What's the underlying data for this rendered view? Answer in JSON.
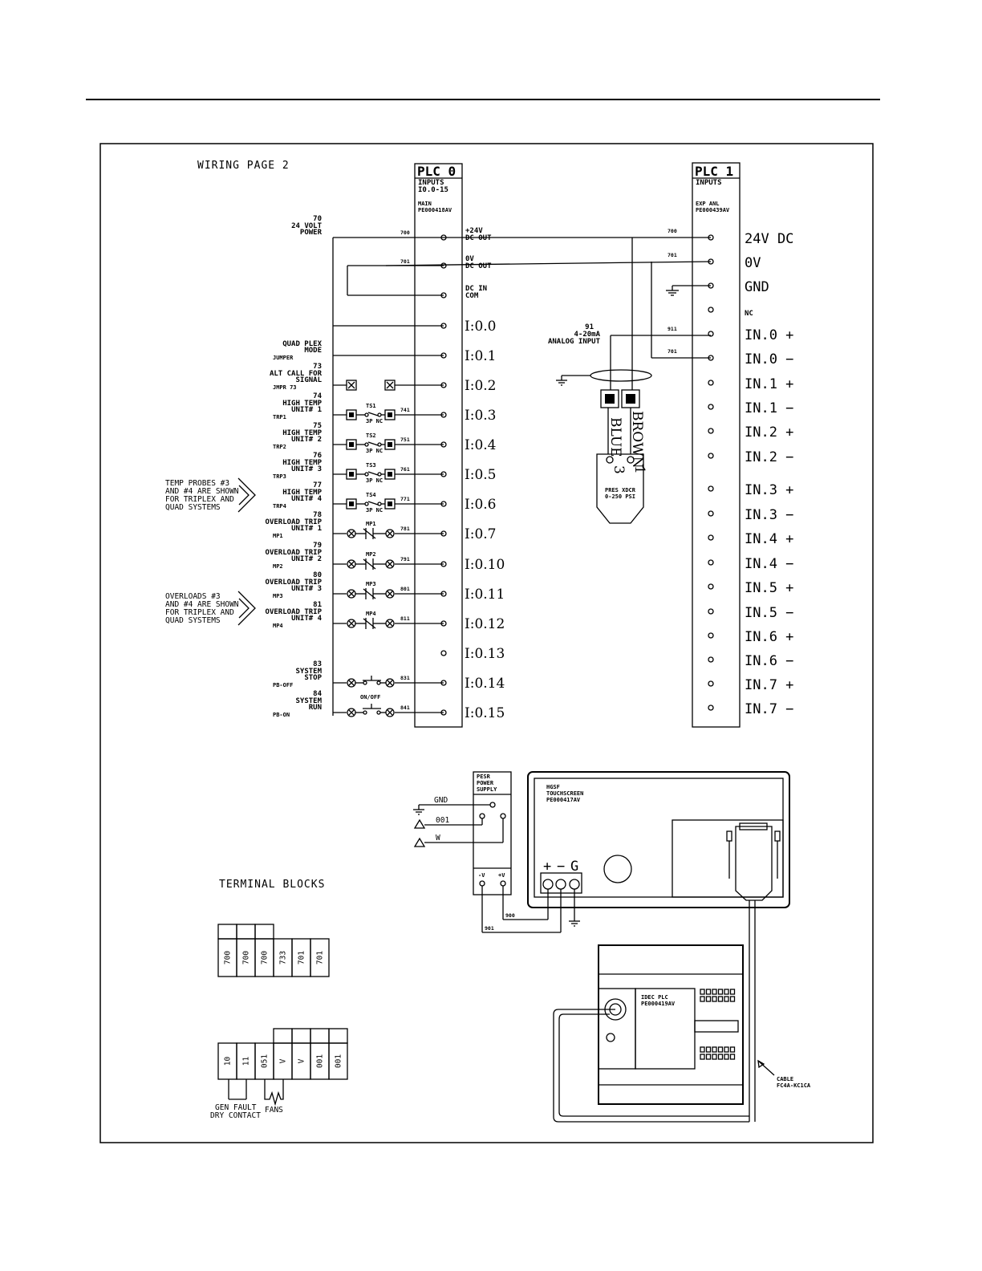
{
  "page": {
    "title": "WIRING PAGE 2"
  },
  "plc0": {
    "name": "PLC 0",
    "sub1": "INPUTS",
    "sub2": "I0.0-15",
    "sub3": "MAIN",
    "part": "PE000418AV",
    "terms": [
      {
        "label": "+24V",
        "label2": "DC OUT",
        "wire": "700"
      },
      {
        "label": "0V",
        "label2": "DC OUT",
        "wire": "701"
      },
      {
        "label": "DC IN",
        "label2": "COM",
        "wire": ""
      },
      {
        "label": "I:0.0",
        "label2": "",
        "wire": ""
      },
      {
        "label": "I:0.1",
        "label2": "",
        "wire": ""
      },
      {
        "label": "I:0.2",
        "label2": "",
        "wire": ""
      },
      {
        "label": "I:0.3",
        "label2": "",
        "wire": "741"
      },
      {
        "label": "I:0.4",
        "label2": "",
        "wire": "751"
      },
      {
        "label": "I:0.5",
        "label2": "",
        "wire": "761"
      },
      {
        "label": "I:0.6",
        "label2": "",
        "wire": "771"
      },
      {
        "label": "I:0.7",
        "label2": "",
        "wire": "781"
      },
      {
        "label": "I:0.10",
        "label2": "",
        "wire": "791"
      },
      {
        "label": "I:0.11",
        "label2": "",
        "wire": "801"
      },
      {
        "label": "I:0.12",
        "label2": "",
        "wire": "811"
      },
      {
        "label": "I:0.13",
        "label2": "",
        "wire": ""
      },
      {
        "label": "I:0.14",
        "label2": "",
        "wire": "831"
      },
      {
        "label": "I:0.15",
        "label2": "",
        "wire": "841"
      }
    ]
  },
  "left_labels": [
    {
      "num": "70",
      "l1": "24 VOLT",
      "l2": "POWER",
      "tag": ""
    },
    {
      "num": "",
      "l1": "QUAD PLEX",
      "l2": "MODE",
      "tag": "JUMPER"
    },
    {
      "num": "73",
      "l1": "ALT CALL FOR",
      "l2": "SIGNAL",
      "tag": "JMPR 73"
    },
    {
      "num": "74",
      "l1": "HIGH TEMP",
      "l2": "UNIT# 1",
      "tag": "TRP1",
      "dev": "TS1"
    },
    {
      "num": "75",
      "l1": "HIGH TEMP",
      "l2": "UNIT# 2",
      "tag": "TRP2",
      "dev": "TS2"
    },
    {
      "num": "76",
      "l1": "HIGH TEMP",
      "l2": "UNIT# 3",
      "tag": "TRP3",
      "dev": "TS3"
    },
    {
      "num": "77",
      "l1": "HIGH TEMP",
      "l2": "UNIT# 4",
      "tag": "TRP4",
      "dev": "TS4"
    },
    {
      "num": "78",
      "l1": "OVERLOAD TRIP",
      "l2": "UNIT# 1",
      "tag": "MP1",
      "dev": "MP1"
    },
    {
      "num": "79",
      "l1": "OVERLOAD TRIP",
      "l2": "UNIT# 2",
      "tag": "MP2",
      "dev": "MP2"
    },
    {
      "num": "80",
      "l1": "OVERLOAD TRIP",
      "l2": "UNIT# 3",
      "tag": "MP3",
      "dev": "MP3"
    },
    {
      "num": "81",
      "l1": "OVERLOAD TRIP",
      "l2": "UNIT# 4",
      "tag": "MP4",
      "dev": "MP4"
    },
    {
      "num": "83",
      "l1": "SYSTEM",
      "l2": "STOP",
      "tag": "PB-OFF"
    },
    {
      "num": "84",
      "l1": "SYSTEM",
      "l2": "RUN",
      "tag": "PB-ON",
      "dev": "ON/OFF"
    }
  ],
  "notes": {
    "temp": [
      "TEMP PROBES #3",
      "AND #4 ARE SHOWN",
      "FOR TRIPLEX AND",
      "QUAD SYSTEMS"
    ],
    "overloads": [
      "OVERLOADS #3",
      "AND #4 ARE SHOWN",
      "FOR TRIPLEX AND",
      "QUAD SYSTEMS"
    ]
  },
  "switch_spec": "3P NC",
  "plc1": {
    "name": "PLC 1",
    "sub1": "INPUTS",
    "sub3": "EXP ANL",
    "part": "PE000439AV",
    "terms": [
      {
        "label": "24V DC",
        "wire": "700"
      },
      {
        "label": "0V",
        "wire": "701"
      },
      {
        "label": "GND",
        "wire": ""
      },
      {
        "label": "NC",
        "wire": ""
      },
      {
        "label": "IN.0 +",
        "wire": "911"
      },
      {
        "label": "IN.0 −",
        "wire": "701"
      },
      {
        "label": "IN.1 +",
        "wire": ""
      },
      {
        "label": "IN.1 −",
        "wire": ""
      },
      {
        "label": "IN.2 +",
        "wire": ""
      },
      {
        "label": "IN.2 −",
        "wire": ""
      },
      {
        "label": "IN.3 +",
        "wire": ""
      },
      {
        "label": "IN.3 −",
        "wire": ""
      },
      {
        "label": "IN.4 +",
        "wire": ""
      },
      {
        "label": "IN.4 −",
        "wire": ""
      },
      {
        "label": "IN.5 +",
        "wire": ""
      },
      {
        "label": "IN.5 −",
        "wire": ""
      },
      {
        "label": "IN.6 +",
        "wire": ""
      },
      {
        "label": "IN.6 −",
        "wire": ""
      },
      {
        "label": "IN.7 +",
        "wire": ""
      },
      {
        "label": "IN.7 −",
        "wire": ""
      }
    ]
  },
  "analog": {
    "num": "91",
    "l1": "4-20mA",
    "l2": "ANALOG INPUT"
  },
  "transducer": {
    "wire1": "BROWN",
    "wire2": "BLUE",
    "pin1": "1",
    "pin2": "3",
    "l1": "PRES XDCR",
    "l2": "0-250 PSI"
  },
  "power_supply": {
    "l1": "PESR",
    "l2": "POWER",
    "l3": "SUPPLY",
    "gnd": "GND",
    "w1": "001",
    "w2": "W",
    "neg": "-V",
    "pos": "+V",
    "wa": "900",
    "wb": "901"
  },
  "touchscreen": {
    "l1": "HGSF",
    "l2": "TOUCHSCREEN",
    "l3": "PE000417AV",
    "plus": "+",
    "minus": "−",
    "g": "G"
  },
  "idec": {
    "l1": "IDEC PLC",
    "l2": "PE000419AV"
  },
  "cable": {
    "l1": "CABLE",
    "l2": "FC4A-KC1CA"
  },
  "terminal_blocks": {
    "title": "TERMINAL BLOCKS",
    "row1": [
      "700",
      "700",
      "700",
      "733",
      "701",
      "701"
    ],
    "row2": [
      "10",
      "11",
      "051",
      "V",
      "V",
      "001",
      "001"
    ],
    "gen1": "GEN FAULT",
    "gen2": "DRY CONTACT",
    "fans": "FANS"
  }
}
